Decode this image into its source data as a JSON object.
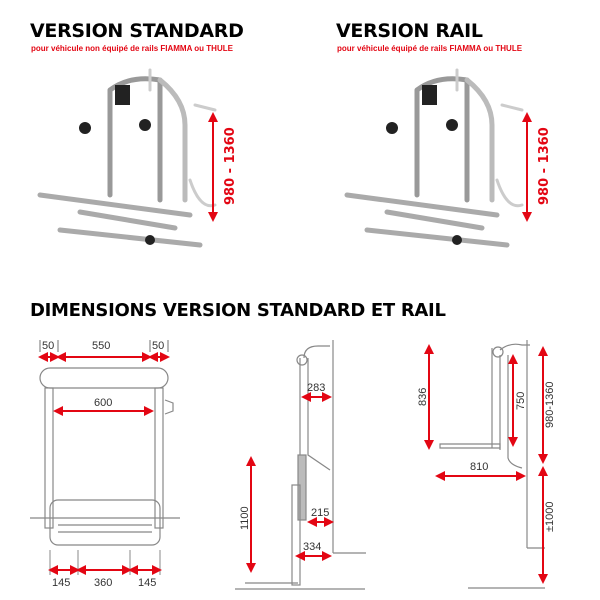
{
  "standard": {
    "title": "VERSION STANDARD",
    "subtitle": "pour véhicule non équipé de rails FIAMMA ou THULE",
    "height_range": "980 - 1360"
  },
  "rail": {
    "title": "VERSION RAIL",
    "subtitle": "pour véhicule équipé de rails FIAMMA ou THULE",
    "height_range": "980 - 1360"
  },
  "dimensions": {
    "title": "DIMENSIONS VERSION STANDARD ET RAIL",
    "front": {
      "top_left": "50",
      "top_mid": "550",
      "top_right": "50",
      "inner": "600",
      "bottom_left": "145",
      "bottom_mid": "360",
      "bottom_right": "145"
    },
    "side_standard": {
      "depth_top": "283",
      "depth_mid": "215",
      "depth_bottom": "334",
      "height": "1100"
    },
    "side_rail": {
      "height_rack": "836",
      "height_frame": "750",
      "mount_height": "980-1360",
      "depth": "810",
      "ground_clearance": "±1000"
    }
  },
  "colors": {
    "accent": "#e30613",
    "line": "#888888"
  }
}
